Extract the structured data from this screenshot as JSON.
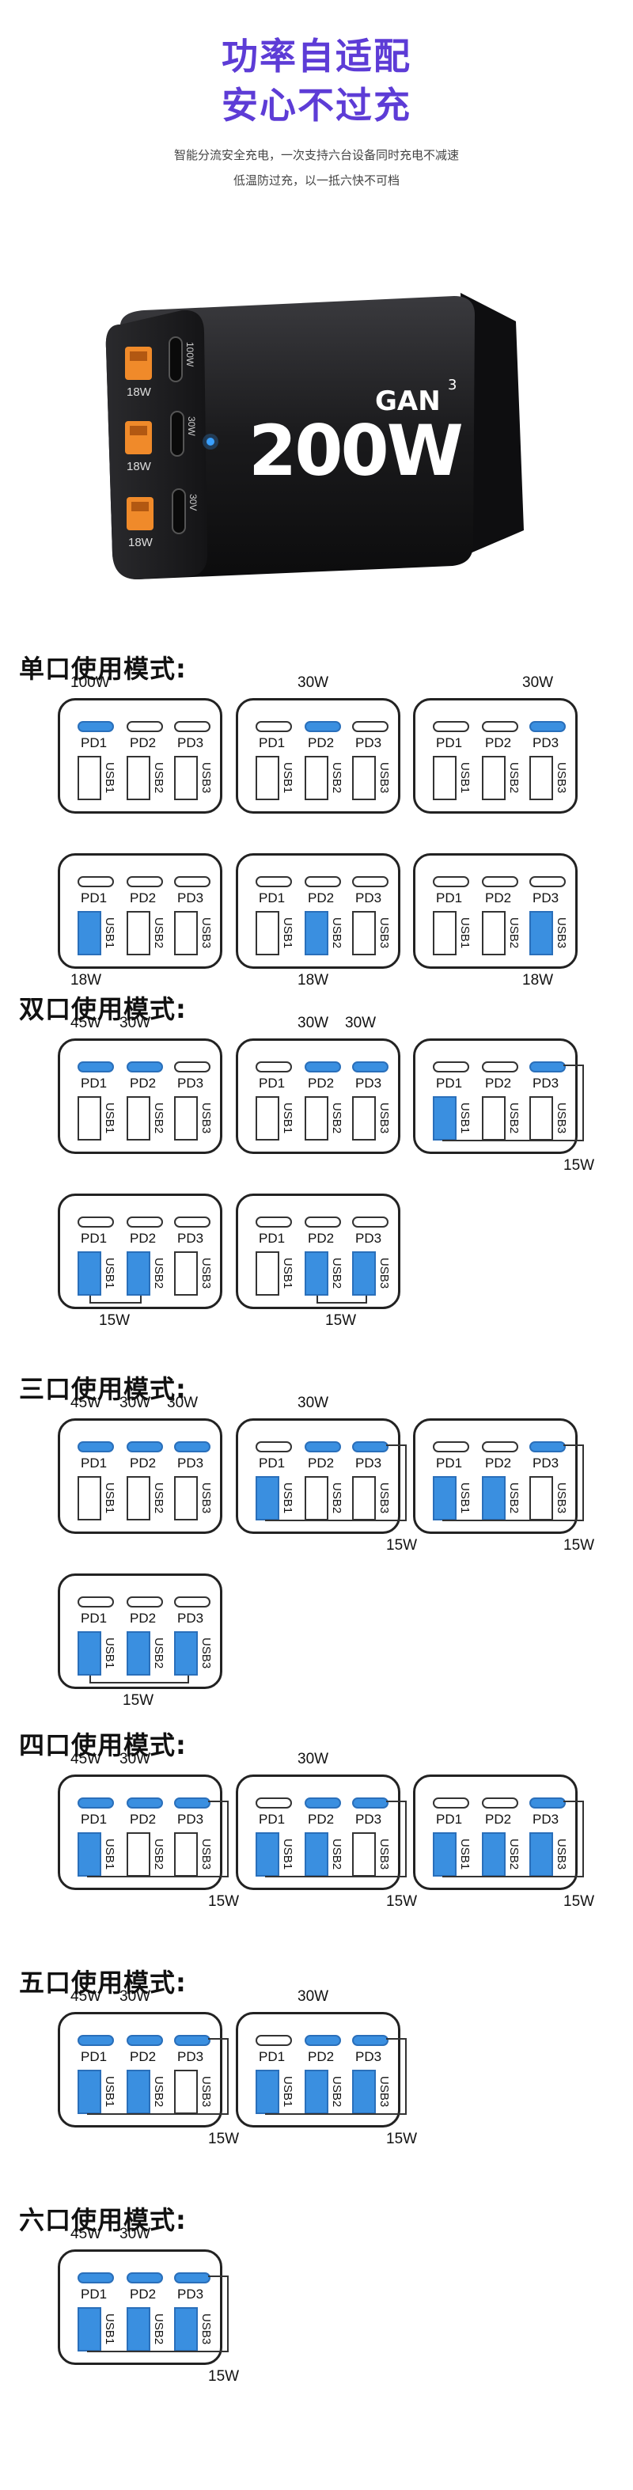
{
  "hero": {
    "title_line1": "功率自适配",
    "title_line2": "安心不过充",
    "desc_line1": "智能分流安全充电，一次支持六台设备同时充电不减速",
    "desc_line2": "低温防过充，以一抵六快不可档"
  },
  "charger": {
    "brand": "GAN",
    "superscript": "3",
    "power": "200W",
    "usb_label": "18W",
    "pd_labels": [
      "100W",
      "30W",
      "30V"
    ],
    "accent_color": "#f08a2a",
    "led_color": "#3aa0ff"
  },
  "ports": {
    "pd": [
      "PD1",
      "PD2",
      "PD3"
    ],
    "usb": [
      "USB1",
      "USB2",
      "USB3"
    ]
  },
  "sections": [
    {
      "title": "单口使用模式:",
      "boxes": [
        {
          "pd": [
            1,
            0,
            0
          ],
          "usb": [
            0,
            0,
            0
          ],
          "pd_labels": [
            "100W",
            "",
            ""
          ]
        },
        {
          "pd": [
            0,
            1,
            0
          ],
          "usb": [
            0,
            0,
            0
          ],
          "pd_labels": [
            "",
            "30W",
            ""
          ]
        },
        {
          "pd": [
            0,
            0,
            1
          ],
          "usb": [
            0,
            0,
            0
          ],
          "pd_labels": [
            "",
            "",
            "30W"
          ]
        },
        {
          "pd": [
            0,
            0,
            0
          ],
          "usb": [
            1,
            0,
            0
          ],
          "bottom": "18W"
        },
        {
          "pd": [
            0,
            0,
            0
          ],
          "usb": [
            0,
            1,
            0
          ],
          "bottom": "18W"
        },
        {
          "pd": [
            0,
            0,
            0
          ],
          "usb": [
            0,
            0,
            1
          ],
          "bottom": "18W"
        }
      ]
    },
    {
      "title": "双口使用模式:",
      "boxes": [
        {
          "pd": [
            1,
            1,
            0
          ],
          "usb": [
            0,
            0,
            0
          ],
          "pd_labels": [
            "45W",
            "30W",
            ""
          ]
        },
        {
          "pd": [
            0,
            1,
            1
          ],
          "usb": [
            0,
            0,
            0
          ],
          "pd_labels": [
            "",
            "30W",
            "30W"
          ]
        },
        {
          "pd": [
            0,
            0,
            1
          ],
          "usb": [
            1,
            0,
            0
          ],
          "wire": "right",
          "wire_label": "15W"
        },
        {
          "pd": [
            0,
            0,
            0
          ],
          "usb": [
            1,
            1,
            0
          ],
          "wire": "bottom",
          "wire_label": "15W"
        },
        {
          "pd": [
            0,
            0,
            0
          ],
          "usb": [
            0,
            1,
            1
          ],
          "wire": "bottom",
          "wire_label": "15W"
        }
      ]
    },
    {
      "title": "三口使用模式:",
      "boxes": [
        {
          "pd": [
            1,
            1,
            1
          ],
          "usb": [
            0,
            0,
            0
          ],
          "pd_labels": [
            "45W",
            "30W",
            "30W"
          ]
        },
        {
          "pd": [
            0,
            1,
            1
          ],
          "usb": [
            1,
            0,
            0
          ],
          "pd_labels": [
            "",
            "30W",
            ""
          ],
          "wire": "right",
          "wire_label": "15W"
        },
        {
          "pd": [
            0,
            0,
            1
          ],
          "usb": [
            1,
            1,
            0
          ],
          "wire": "right",
          "wire_label": "15W"
        },
        {
          "pd": [
            0,
            0,
            0
          ],
          "usb": [
            1,
            1,
            1
          ],
          "wire": "bottom",
          "wire_label": "15W"
        }
      ]
    },
    {
      "title": "四口使用模式:",
      "boxes": [
        {
          "pd": [
            1,
            1,
            1
          ],
          "usb": [
            1,
            0,
            0
          ],
          "pd_labels": [
            "45W",
            "30W",
            ""
          ],
          "wire": "right",
          "wire_label": "15W"
        },
        {
          "pd": [
            0,
            1,
            1
          ],
          "usb": [
            1,
            1,
            0
          ],
          "pd_labels": [
            "",
            "30W",
            ""
          ],
          "wire": "right",
          "wire_label": "15W"
        },
        {
          "pd": [
            0,
            0,
            1
          ],
          "usb": [
            1,
            1,
            1
          ],
          "wire": "right",
          "wire_label": "15W"
        }
      ]
    },
    {
      "title": "五口使用模式:",
      "boxes": [
        {
          "pd": [
            1,
            1,
            1
          ],
          "usb": [
            1,
            1,
            0
          ],
          "pd_labels": [
            "45W",
            "30W",
            ""
          ],
          "wire": "right",
          "wire_label": "15W"
        },
        {
          "pd": [
            0,
            1,
            1
          ],
          "usb": [
            1,
            1,
            1
          ],
          "pd_labels": [
            "",
            "30W",
            ""
          ],
          "wire": "right",
          "wire_label": "15W"
        }
      ]
    },
    {
      "title": "六口使用模式:",
      "boxes": [
        {
          "pd": [
            1,
            1,
            1
          ],
          "usb": [
            1,
            1,
            1
          ],
          "pd_labels": [
            "45W",
            "30W",
            ""
          ],
          "wire": "right",
          "wire_label": "15W"
        }
      ]
    }
  ]
}
